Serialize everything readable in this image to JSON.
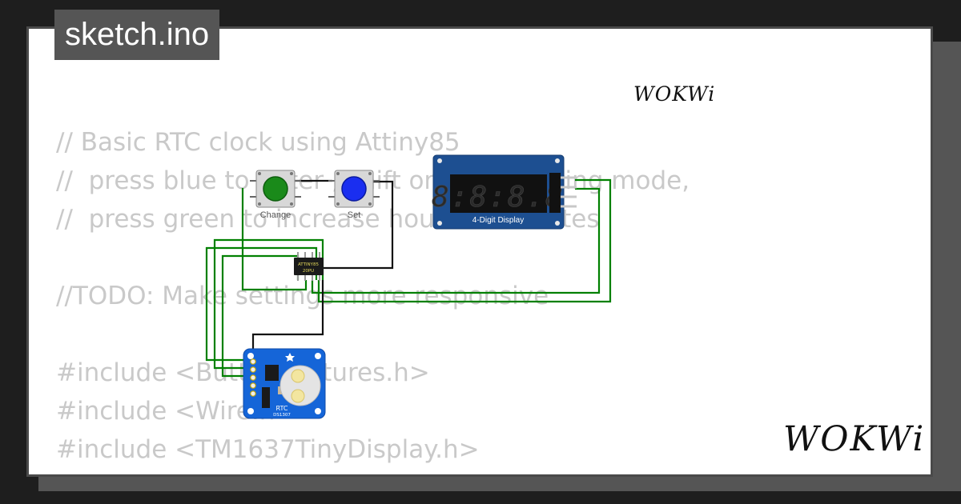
{
  "title_tab": {
    "label": "sketch.ino"
  },
  "logo": {
    "small": "WOKWi",
    "large": "WOKWi"
  },
  "code_lines": [
    "// Basic RTC clock using Attiny85",
    "//  press blue to enter , shift or leave setting mode,",
    "//  press green to increase hours or minutes",
    "",
    "//TODO: Make settings more responsive",
    "",
    "#include <ButtonFeatures.h>",
    "#include <Wire.h>",
    "#include <TM1637TinyDisplay.h>"
  ],
  "components": {
    "button_change": {
      "label": "Change",
      "color": "#1a8a1a"
    },
    "button_set": {
      "label": "Set",
      "color": "#1a2ef0"
    },
    "display": {
      "label": "4-Digit Display",
      "digits": "8:8:8.8"
    },
    "chip": {
      "line1": "ATTINY85",
      "line2": "20PU"
    },
    "rtc": {
      "label": "RTC",
      "model": "DS1307"
    }
  },
  "colors": {
    "wire_green": "#008000",
    "wire_black": "#111111",
    "pcb_blue": "#1565d8",
    "display_board": "#1d4f91"
  }
}
